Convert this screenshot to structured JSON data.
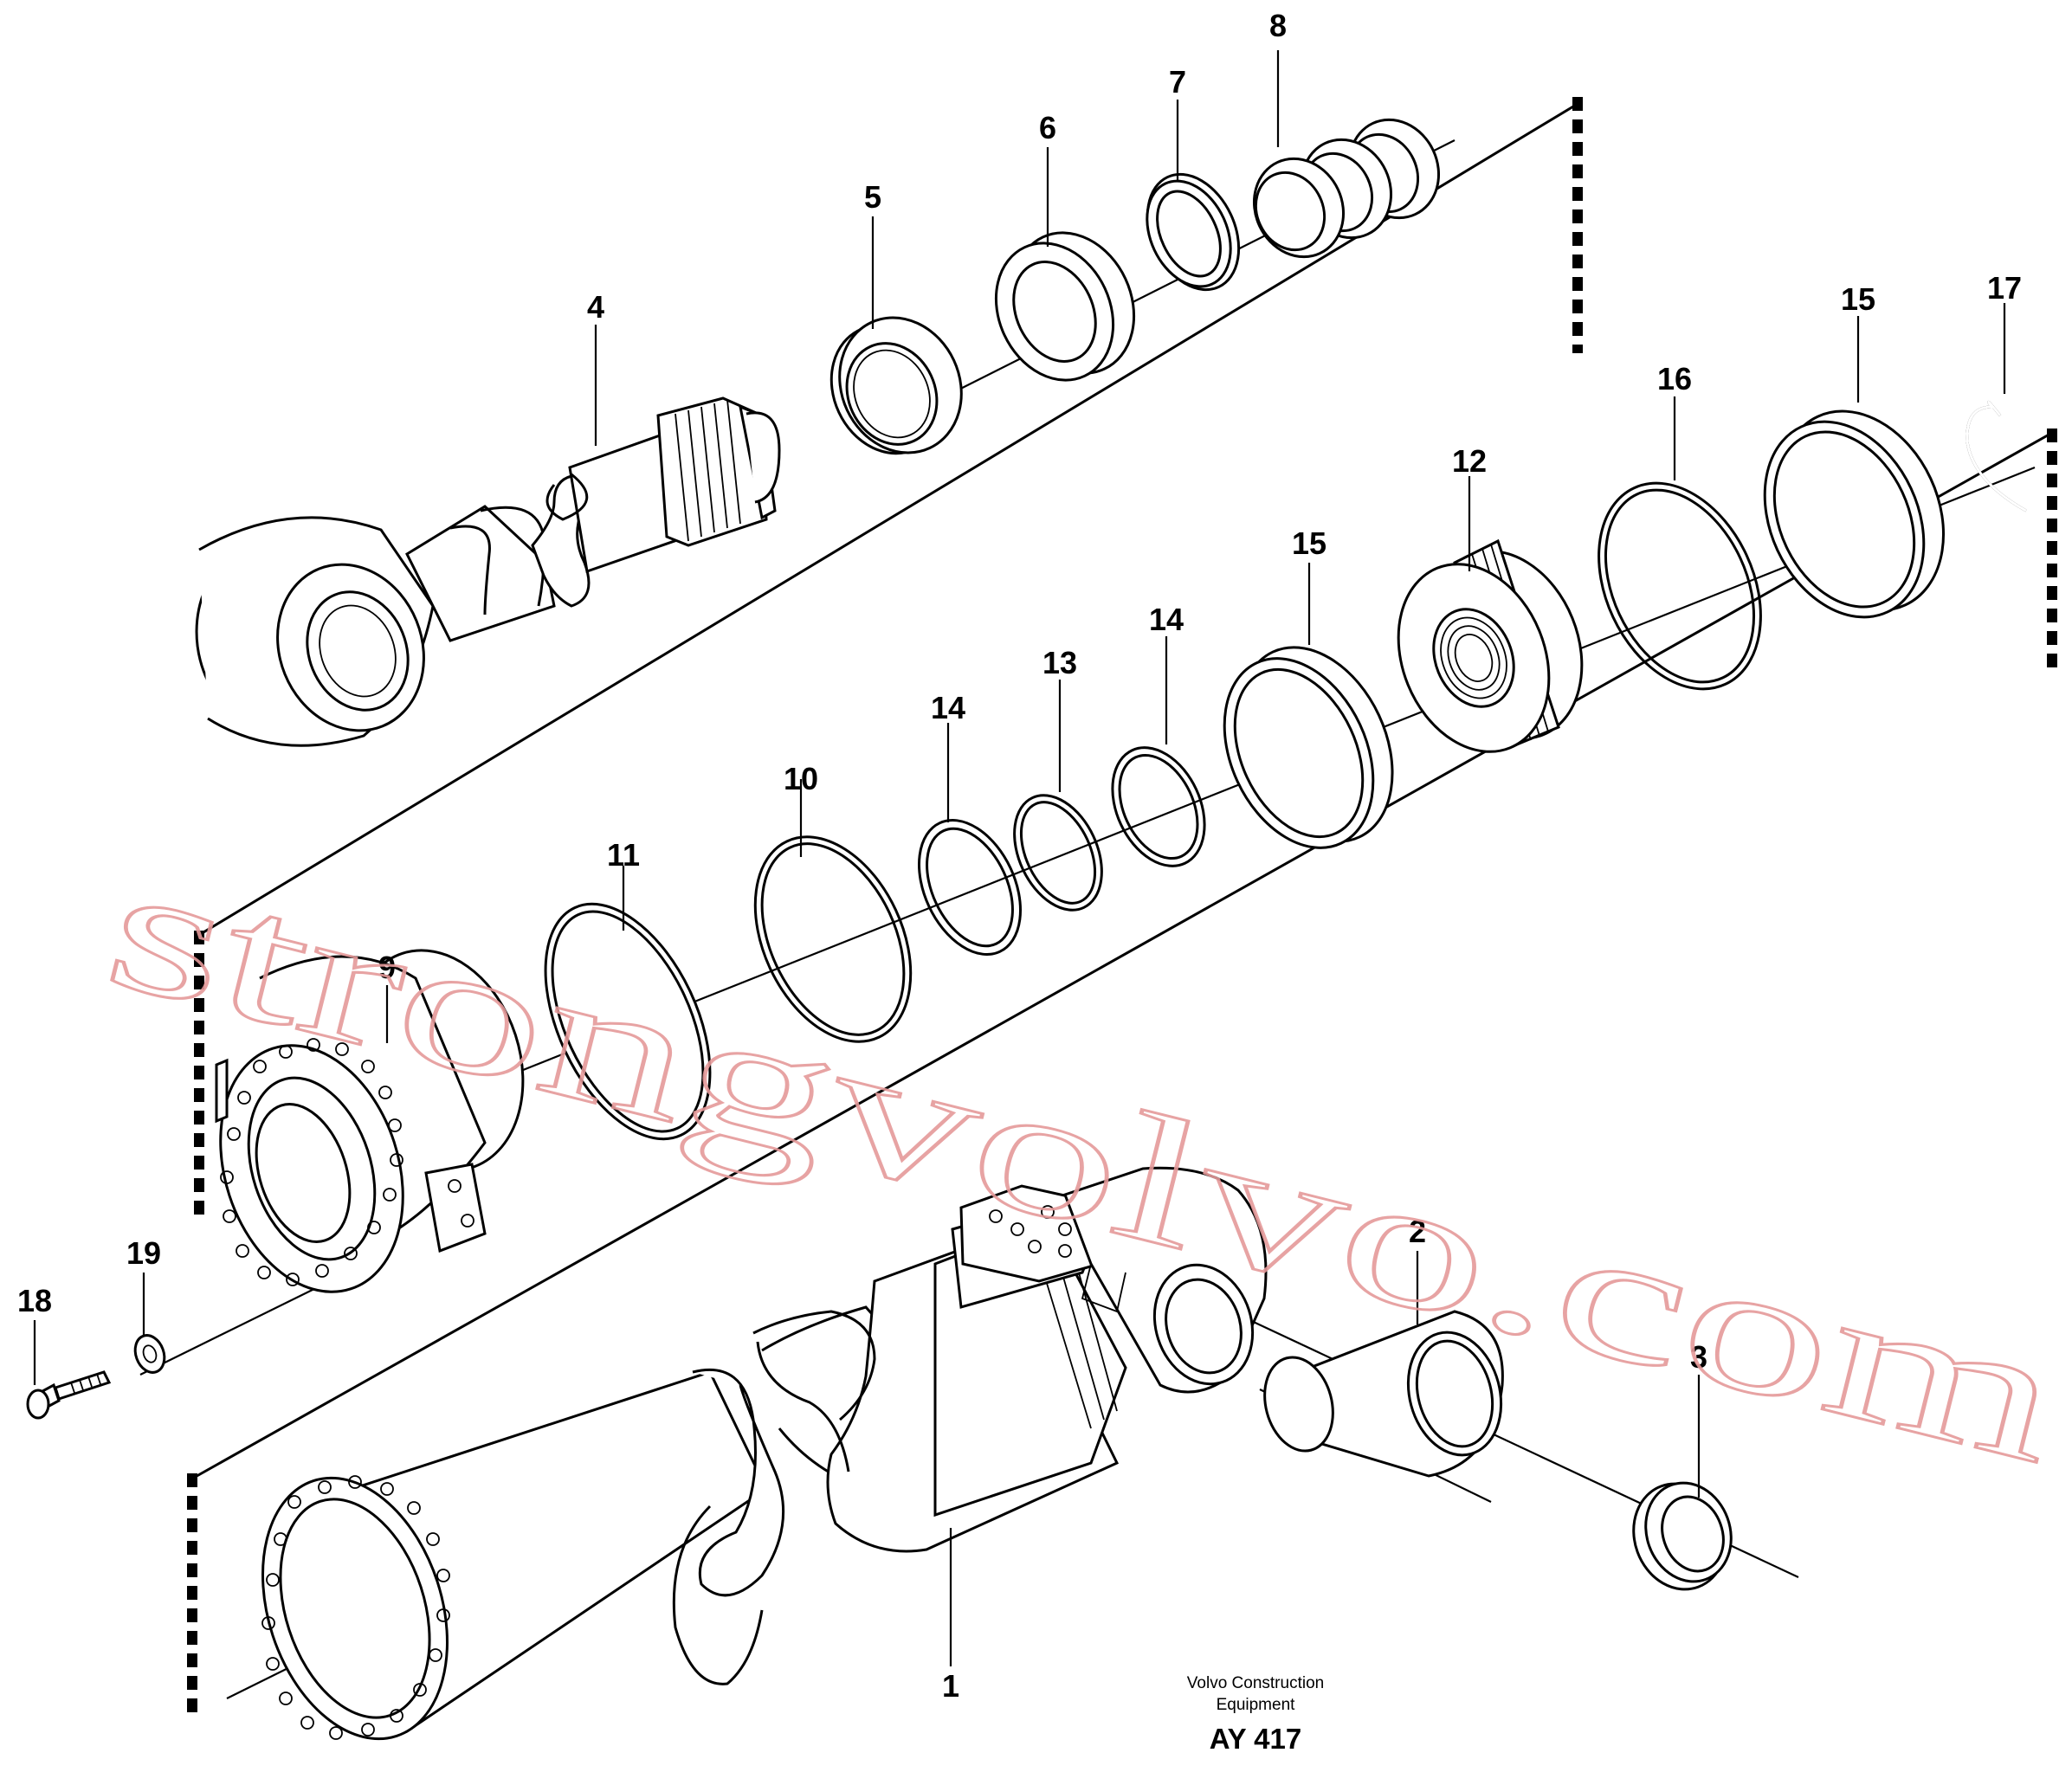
{
  "diagram": {
    "callouts": [
      "1",
      "2",
      "3",
      "4",
      "5",
      "6",
      "7",
      "8",
      "9",
      "10",
      "11",
      "12",
      "13",
      "14",
      "14",
      "15",
      "15",
      "16",
      "17",
      "18",
      "19"
    ],
    "caption": {
      "line1": "Volvo Construction",
      "line2": "Equipment",
      "code": "AY 417"
    },
    "watermark": "strongvolvo.com"
  }
}
